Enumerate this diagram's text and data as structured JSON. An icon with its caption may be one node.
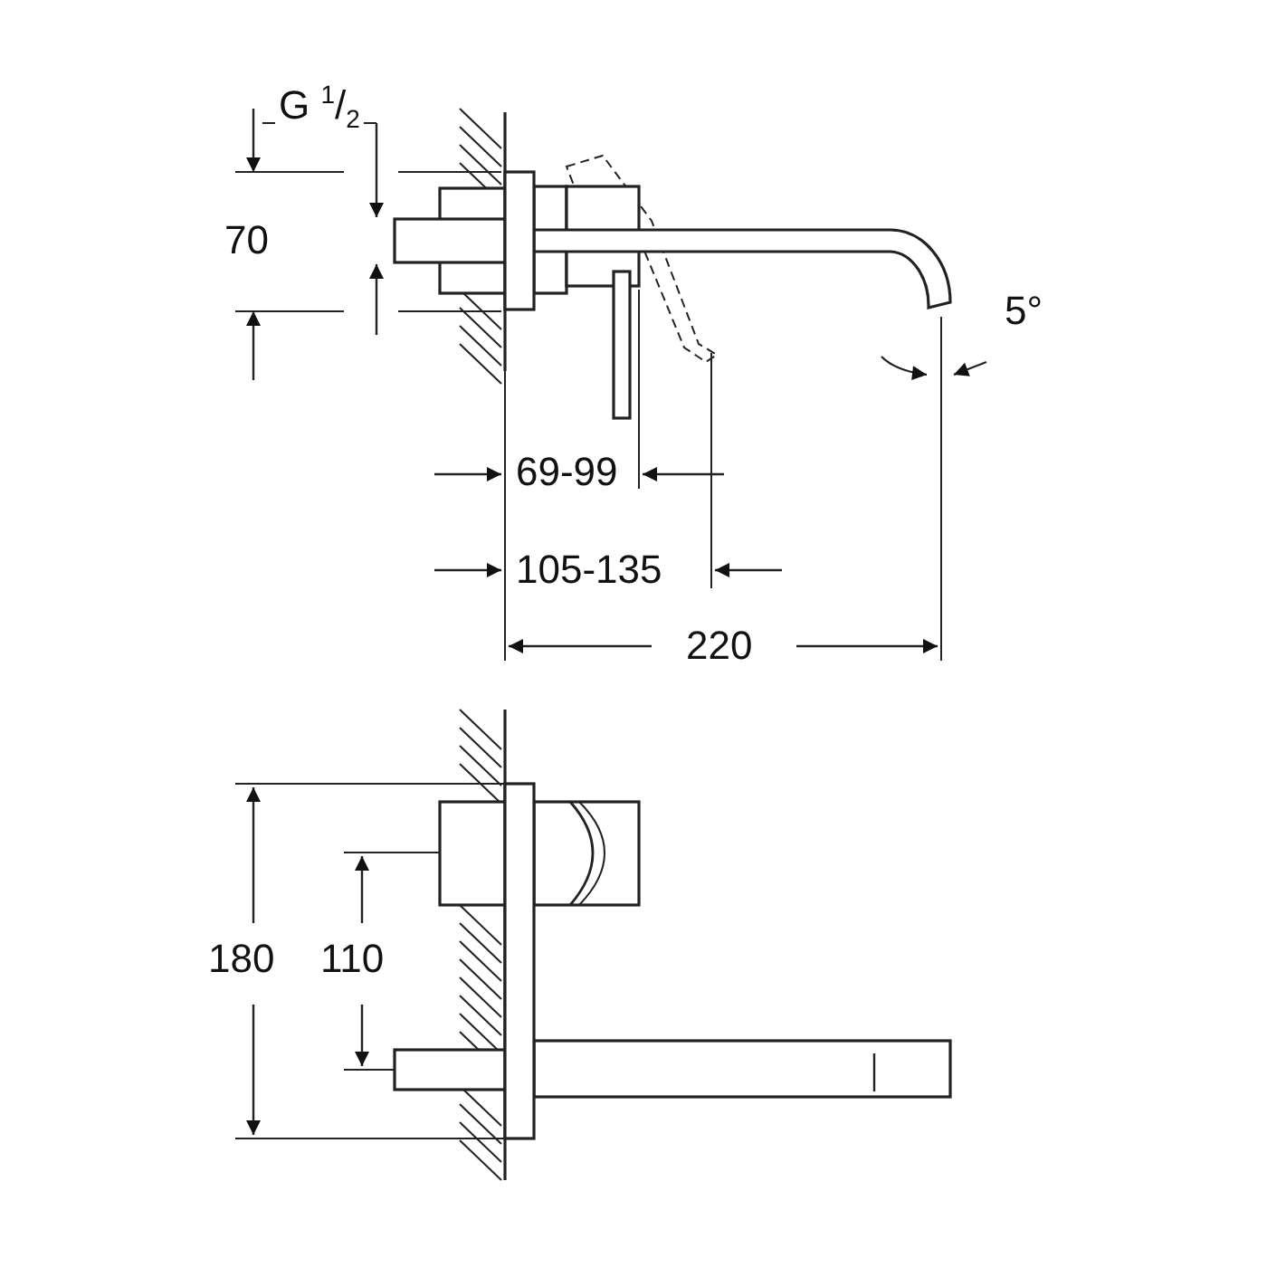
{
  "diagram": {
    "labels": [
      "G $^{1}$/$_{2}$",
      "70",
      "5°",
      "69-99",
      "105-135",
      "220",
      "180",
      "110"
    ]
  }
}
